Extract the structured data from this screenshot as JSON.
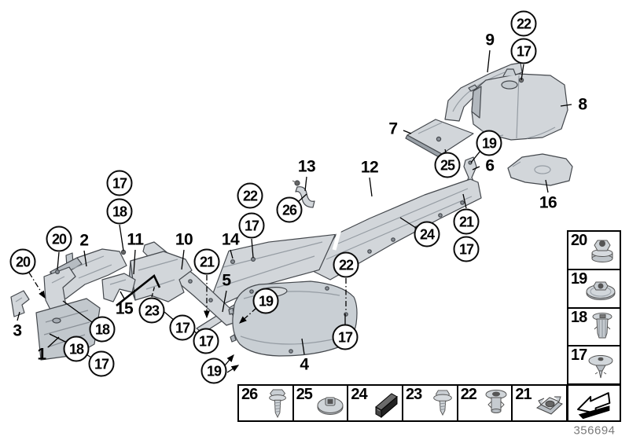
{
  "drawing_number": "356694",
  "part_labels": [
    {
      "num": "1"
    },
    {
      "num": "2"
    },
    {
      "num": "3"
    },
    {
      "num": "4"
    },
    {
      "num": "5"
    },
    {
      "num": "6"
    },
    {
      "num": "7"
    },
    {
      "num": "8"
    },
    {
      "num": "9"
    },
    {
      "num": "10"
    },
    {
      "num": "11"
    },
    {
      "num": "12"
    },
    {
      "num": "13"
    },
    {
      "num": "14"
    },
    {
      "num": "15"
    },
    {
      "num": "16"
    }
  ],
  "callouts": [
    {
      "num": "22"
    },
    {
      "num": "17"
    },
    {
      "num": "19"
    },
    {
      "num": "25"
    },
    {
      "num": "17"
    },
    {
      "num": "18"
    },
    {
      "num": "22"
    },
    {
      "num": "17"
    },
    {
      "num": "26"
    },
    {
      "num": "20"
    },
    {
      "num": "20"
    },
    {
      "num": "21"
    },
    {
      "num": "24"
    },
    {
      "num": "21"
    },
    {
      "num": "17"
    },
    {
      "num": "23"
    },
    {
      "num": "19"
    },
    {
      "num": "22"
    },
    {
      "num": "18"
    },
    {
      "num": "17"
    },
    {
      "num": "17"
    },
    {
      "num": "18"
    },
    {
      "num": "17"
    },
    {
      "num": "19"
    },
    {
      "num": "17"
    }
  ],
  "legend": {
    "bottom_row": [
      {
        "num": "26",
        "icon": "tapping-screw"
      },
      {
        "num": "25",
        "icon": "plastic-nut-washer"
      },
      {
        "num": "24",
        "icon": "rubber-strip"
      },
      {
        "num": "23",
        "icon": "washer-screw"
      },
      {
        "num": "22",
        "icon": "expanding-grommet"
      },
      {
        "num": "21",
        "icon": "cage-nut"
      }
    ],
    "right_column": [
      {
        "num": "20",
        "icon": "flange-nut"
      },
      {
        "num": "19",
        "icon": "washer-nut"
      },
      {
        "num": "18",
        "icon": "expansion-rivet"
      },
      {
        "num": "17",
        "icon": "clip-rivet"
      }
    ],
    "arrow_icon": "direction-arrow"
  }
}
